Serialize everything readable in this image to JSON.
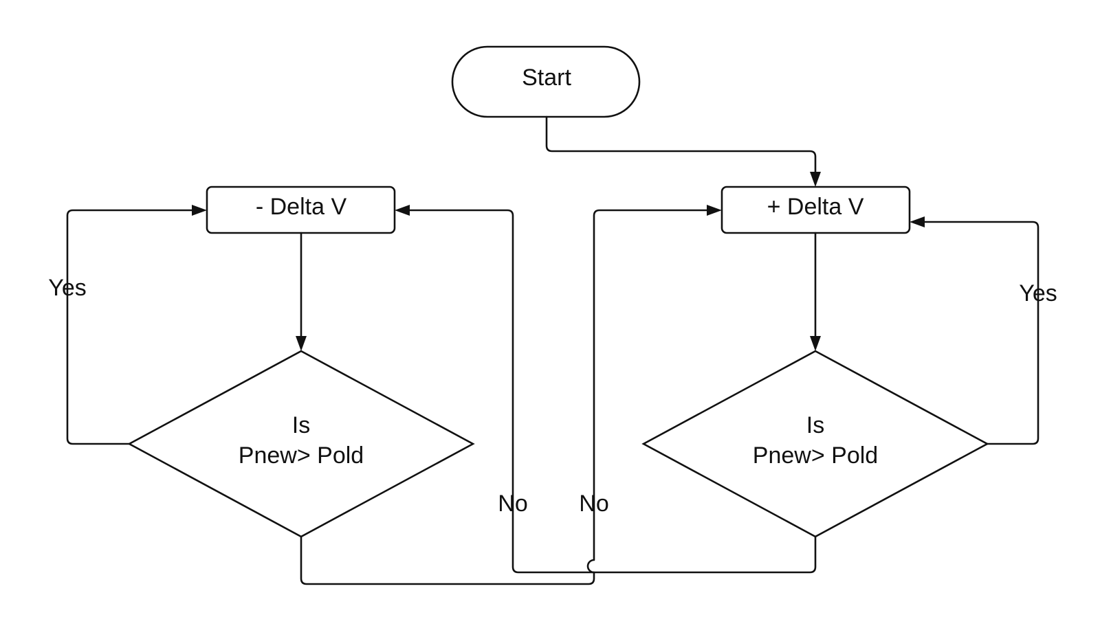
{
  "colors": {
    "background": "#ffffff",
    "stroke": "#111111",
    "text": "#111111"
  },
  "nodes": {
    "start": {
      "label": "Start"
    },
    "minus_delta": {
      "label": "- Delta V"
    },
    "plus_delta": {
      "label": "+ Delta V"
    },
    "left_decision": {
      "line1": "Is",
      "line2": "Pnew> Pold"
    },
    "right_decision": {
      "line1": "Is",
      "line2": "Pnew> Pold"
    }
  },
  "edges": {
    "left_yes": "Yes",
    "right_yes": "Yes",
    "left_no": "No",
    "right_no": "No"
  }
}
